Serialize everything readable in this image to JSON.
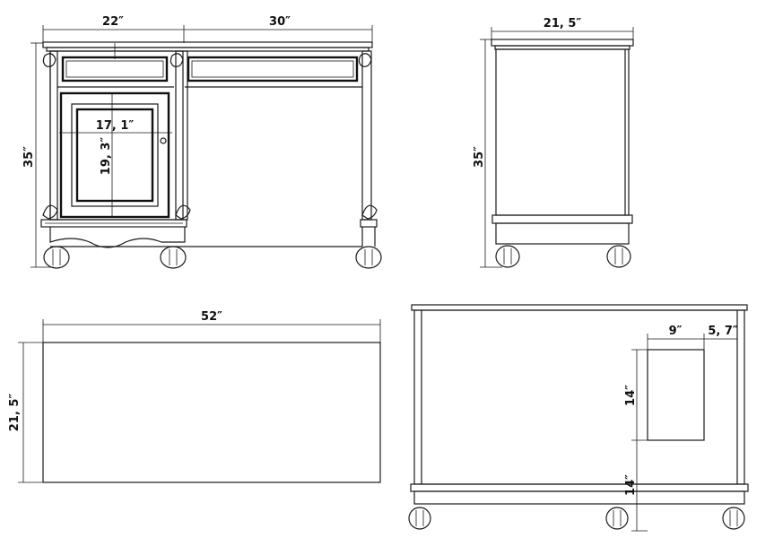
{
  "front_view": {
    "width_left": "22″",
    "width_right": "30″",
    "height": "35″",
    "door_width": "17, 1″",
    "door_height": "19, 3″"
  },
  "side_view": {
    "depth": "21, 5″",
    "height": "35″"
  },
  "top_view": {
    "width": "52″",
    "depth": "21, 5″"
  },
  "back_view": {
    "cutout_width": "9″",
    "cutout_offset": "5, 7″",
    "cutout_height": "14″",
    "cutout_floor": "14″"
  }
}
